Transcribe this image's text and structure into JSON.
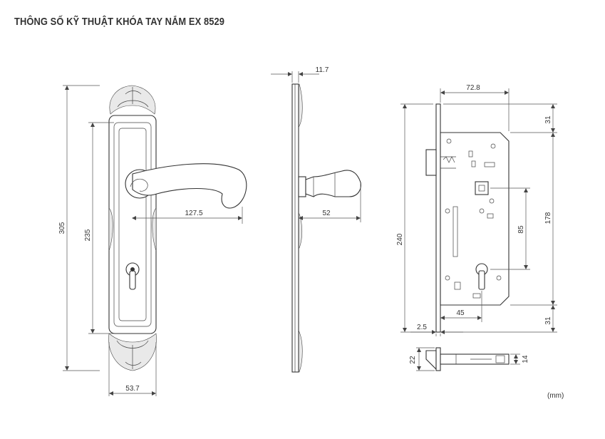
{
  "title": "THÔNG SỐ KỸ THUẬT KHÓA TAY NẮM EX 8529",
  "unit_note": "(mm)",
  "front_view": {
    "height_total": "305",
    "height_hole_spacing": "235",
    "handle_length": "127.5",
    "plate_width": "53.7"
  },
  "side_view": {
    "plate_thickness": "11.7",
    "handle_projection": "52"
  },
  "lock_body": {
    "backset_width": "72.8",
    "top_margin": "31",
    "height_total": "240",
    "height_inner": "178",
    "center_distance": "85",
    "cylinder_offset": "45",
    "faceplate_thickness": "2.5",
    "bottom_margin": "31"
  },
  "bottom_view": {
    "latch_height": "22",
    "body_thickness": "14"
  }
}
